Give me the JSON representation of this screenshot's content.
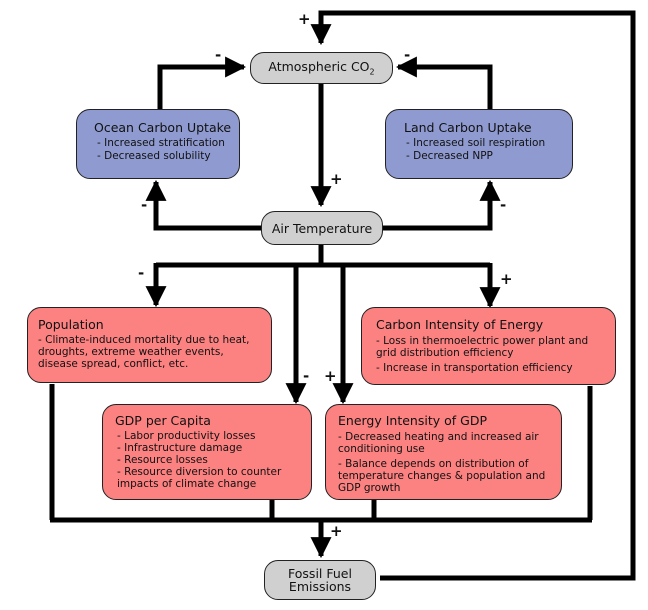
{
  "colors": {
    "neutral_node": "#d0d0d0",
    "carbon_uptake_node": "#8f9bd0",
    "socioeconomic_node": "#fc8282",
    "arrow": "#000000"
  },
  "nodes": {
    "atmospheric_co2": {
      "label": "Atmospheric CO",
      "subscript": "2"
    },
    "air_temperature": {
      "label": "Air Temperature"
    },
    "fossil_fuel_emissions": {
      "label": "Fossil Fuel Emissions"
    },
    "ocean_carbon_uptake": {
      "title": "Ocean Carbon Uptake",
      "items": [
        "- Increased stratification",
        "- Decreased solubility"
      ]
    },
    "land_carbon_uptake": {
      "title": "Land Carbon Uptake",
      "items": [
        "- Increased soil respiration",
        "- Decreased NPP"
      ]
    },
    "population": {
      "title": "Population",
      "items": [
        "- Climate-induced mortality due to heat, droughts, extreme weather events, disease spread, conflict, etc."
      ]
    },
    "carbon_intensity_of_energy": {
      "title": "Carbon Intensity of Energy",
      "items": [
        "- Loss in thermoelectric power plant and grid distribution efficiency",
        "- Increase in transportation efficiency"
      ]
    },
    "gdp_per_capita": {
      "title": "GDP per Capita",
      "items": [
        "- Labor productivity losses",
        "- Infrastructure damage",
        "- Resource losses",
        "- Resource diversion to counter impacts of climate change"
      ]
    },
    "energy_intensity_of_gdp": {
      "title": "Energy Intensity of GDP",
      "items": [
        "- Decreased heating and increased air conditioning use",
        "- Balance depends on distribution of temperature changes & population and GDP growth"
      ]
    }
  },
  "links": [
    {
      "from": "Fossil Fuel Emissions",
      "to": "Atmospheric CO2",
      "sign": "+"
    },
    {
      "from": "Ocean Carbon Uptake",
      "to": "Atmospheric CO2",
      "sign": "-"
    },
    {
      "from": "Land Carbon Uptake",
      "to": "Atmospheric CO2",
      "sign": "-"
    },
    {
      "from": "Atmospheric CO2",
      "to": "Air Temperature",
      "sign": "+"
    },
    {
      "from": "Air Temperature",
      "to": "Ocean Carbon Uptake",
      "sign": "-"
    },
    {
      "from": "Air Temperature",
      "to": "Land Carbon Uptake",
      "sign": "-"
    },
    {
      "from": "Air Temperature",
      "to": "Population",
      "sign": "-"
    },
    {
      "from": "Air Temperature",
      "to": "GDP per Capita",
      "sign": "-"
    },
    {
      "from": "Air Temperature",
      "to": "Energy Intensity of GDP",
      "sign": "+"
    },
    {
      "from": "Air Temperature",
      "to": "Carbon Intensity of Energy",
      "sign": "+"
    },
    {
      "from": "Socioeconomic factors",
      "to": "Fossil Fuel Emissions",
      "sign": "+"
    }
  ],
  "signs": {
    "ffe_to_co2": "+",
    "ocean_to_co2": "-",
    "land_to_co2": "-",
    "co2_to_temp": "+",
    "temp_to_ocean": "-",
    "temp_to_land": "-",
    "temp_to_population": "-",
    "temp_to_gdp": "-",
    "temp_to_energy_intensity": "+",
    "temp_to_carbon_intensity": "+",
    "to_ffe": "+"
  }
}
